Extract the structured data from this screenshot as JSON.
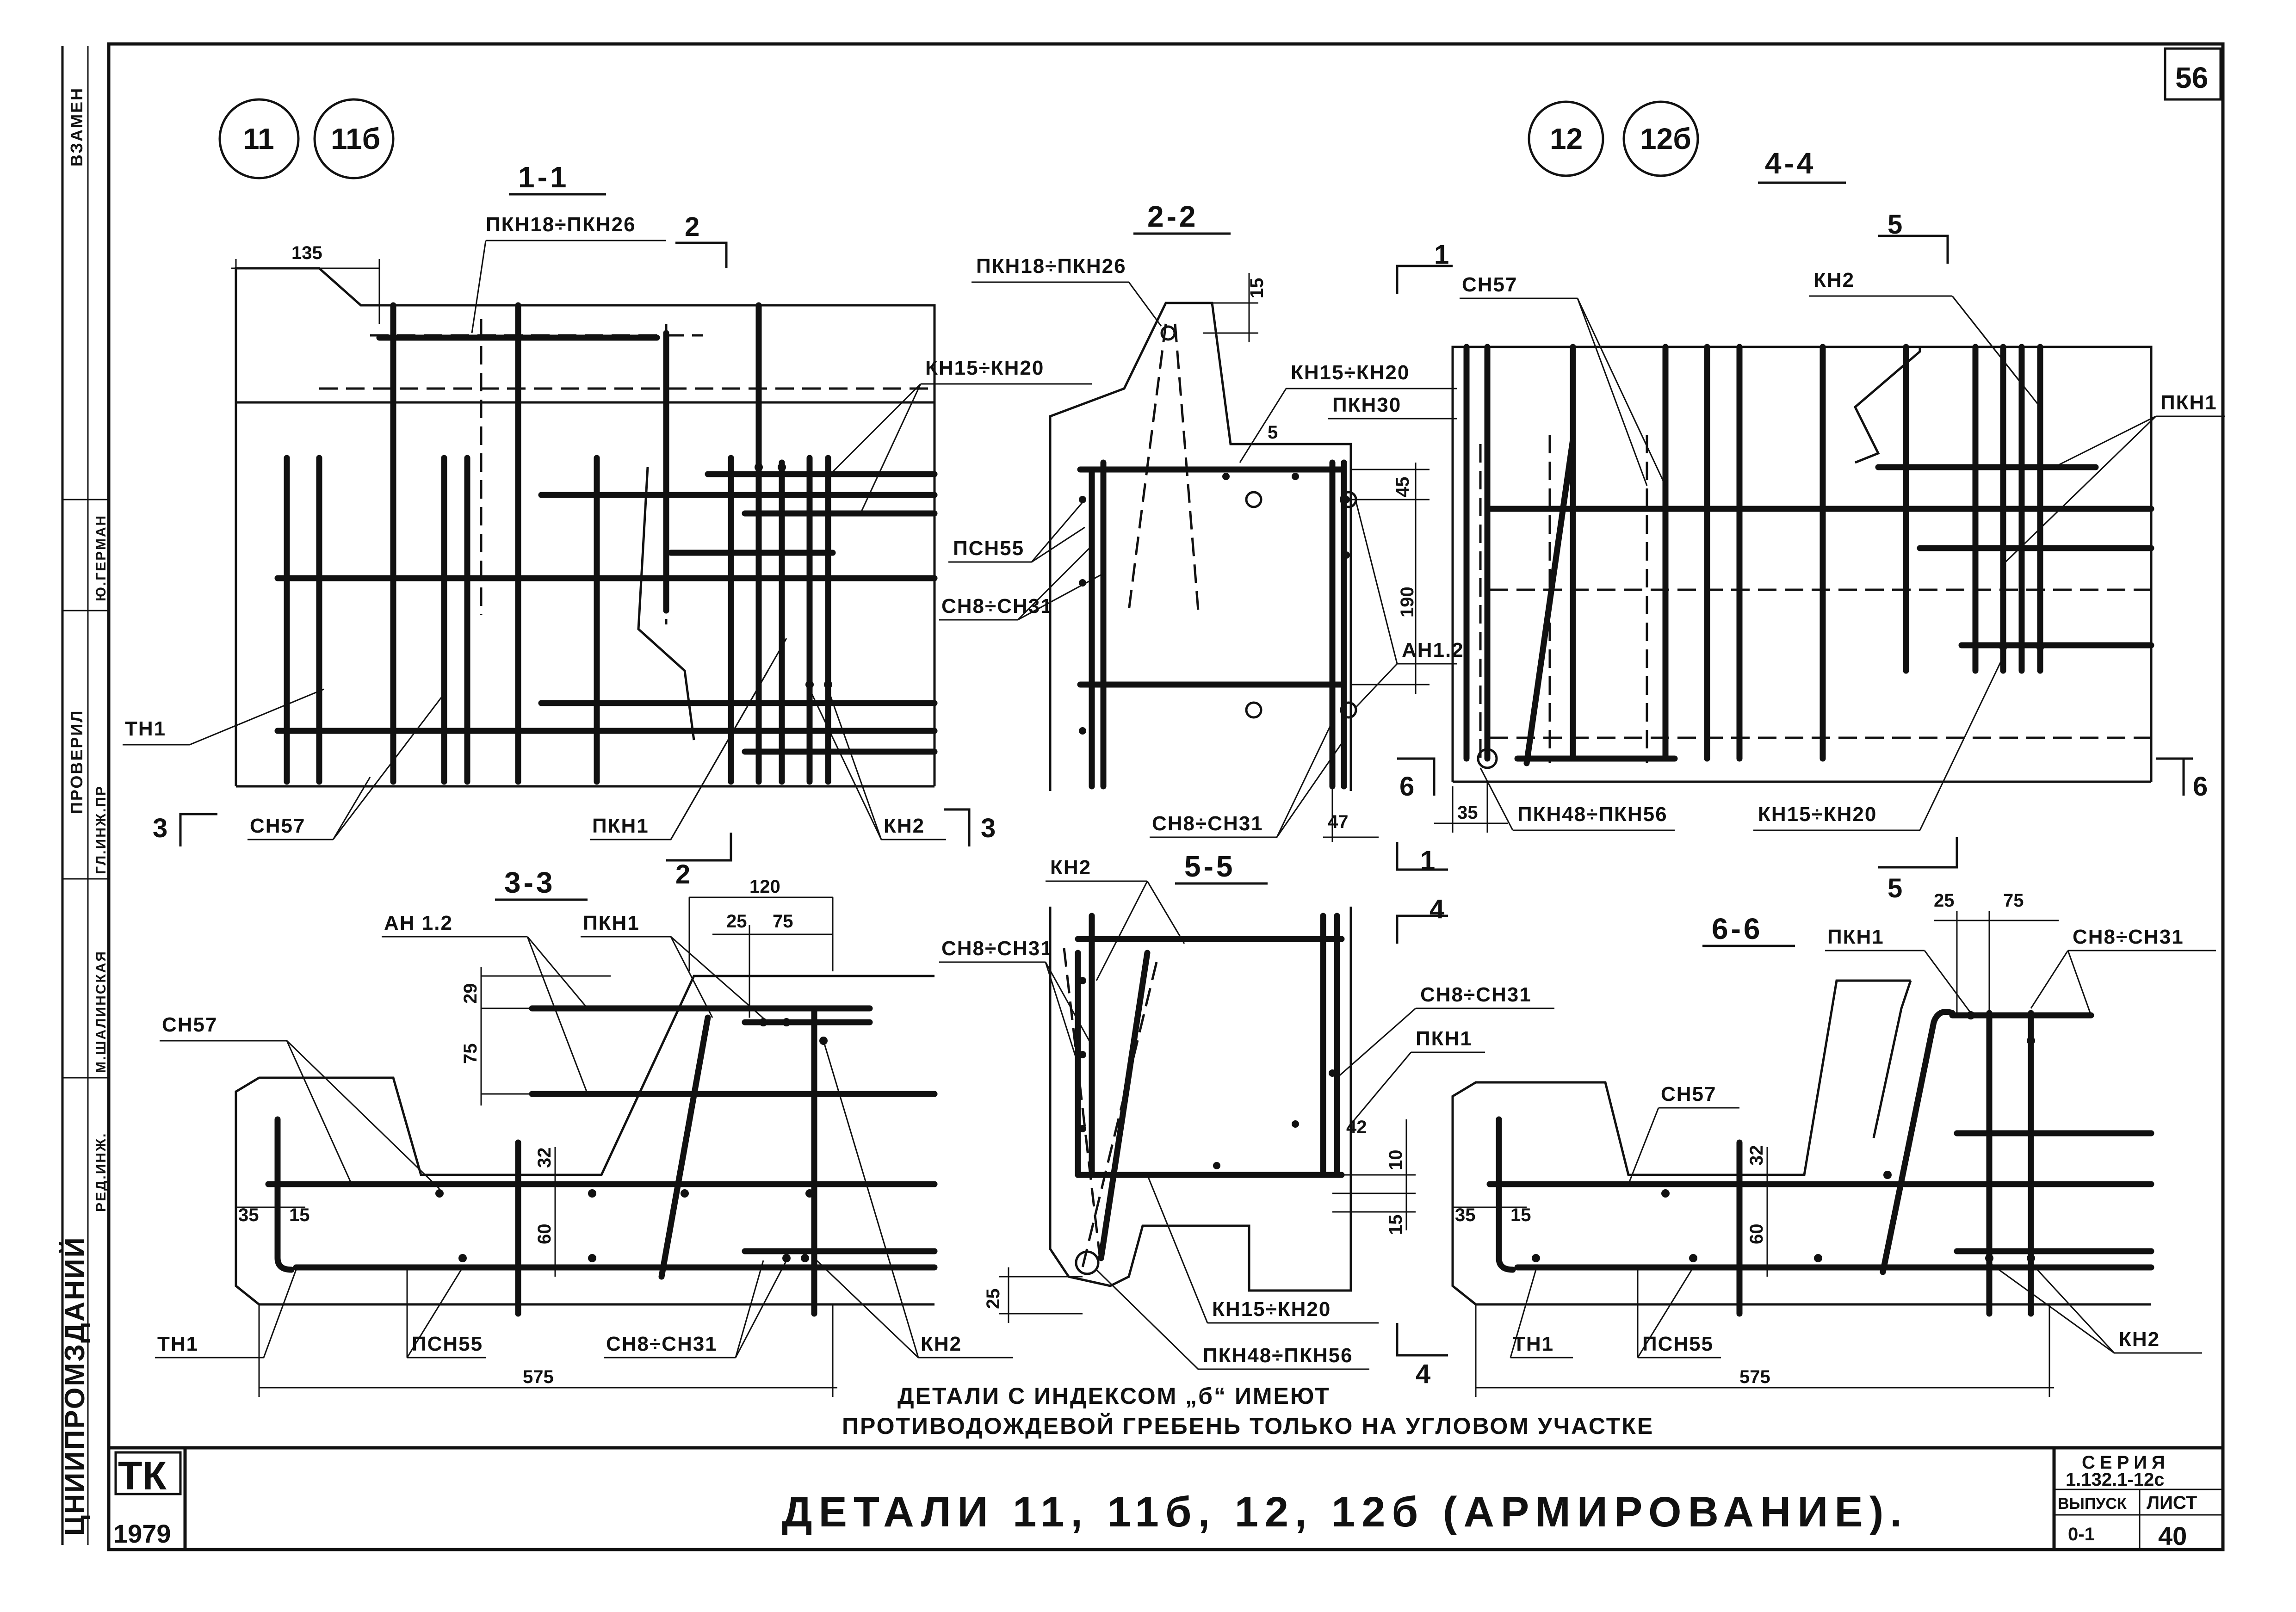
{
  "sheet": {
    "page_number": "56",
    "stamp": "ТК",
    "year": "1979",
    "title": "ДЕТАЛИ 11, 11б, 12, 12б (АРМИРОВАНИЕ).",
    "note_line1": "ДЕТАЛИ С ИНДЕКСОМ „б“ ИМЕЮТ",
    "note_line2": "ПРОТИВОДОЖДЕВОЙ ГРЕБЕНЬ ТОЛЬКО НА УГЛОВОМ УЧАСТКЕ",
    "series_label": "СЕРИЯ",
    "series_value": "1.132.1-12с",
    "issue_label": "ВЫПУСК",
    "issue_value": "0-1",
    "list_label": "ЛИСТ",
    "list_value": "40"
  },
  "side_strip": {
    "top": "ВЗАМЕН",
    "check": "ПРОВЕРИЛ",
    "name1": "Ю.ГЕРМАН",
    "role1": "ГЛ.ИНЖ.ПР",
    "name2": "М.ШАЛИНСКАЯ",
    "role2": "РЕД.ИНЖ.",
    "org": "ЦНИИПРОМЗДАНИЙ"
  },
  "marks": {
    "left": [
      "11",
      "11б"
    ],
    "right": [
      "12",
      "12б"
    ]
  },
  "sections": {
    "s11": "1-1",
    "s22": "2-2",
    "s33": "3-3",
    "s44": "4-4",
    "s55": "5-5",
    "s66": "6-6"
  },
  "cut_marks": {
    "c1": "1",
    "c2": "2",
    "c3": "3",
    "c4": "4",
    "c5": "5",
    "c6": "6"
  },
  "labels": {
    "pkn18_26": "ПКН18÷ПКН26",
    "kn15_20": "КН15÷КН20",
    "tn1": "ТН1",
    "sn57": "СН57",
    "pkn1": "ПКН1",
    "kn2": "КН2",
    "pkn30": "ПКН30",
    "psn55": "ПСН55",
    "sn8_31": "СН8÷СН31",
    "an12": "АН1.2",
    "pkn48_56": "ПКН48÷ПКН56",
    "an12_b": "АН 1.2"
  },
  "dims": {
    "d135": "135",
    "d15": "15",
    "d5": "5",
    "d45": "45",
    "d190": "190",
    "d47": "47",
    "d35": "35",
    "d120": "120",
    "d25": "25",
    "d75": "75",
    "d29": "29",
    "d32": "32",
    "d60": "60",
    "d575": "575",
    "d42": "42",
    "d10": "10"
  }
}
